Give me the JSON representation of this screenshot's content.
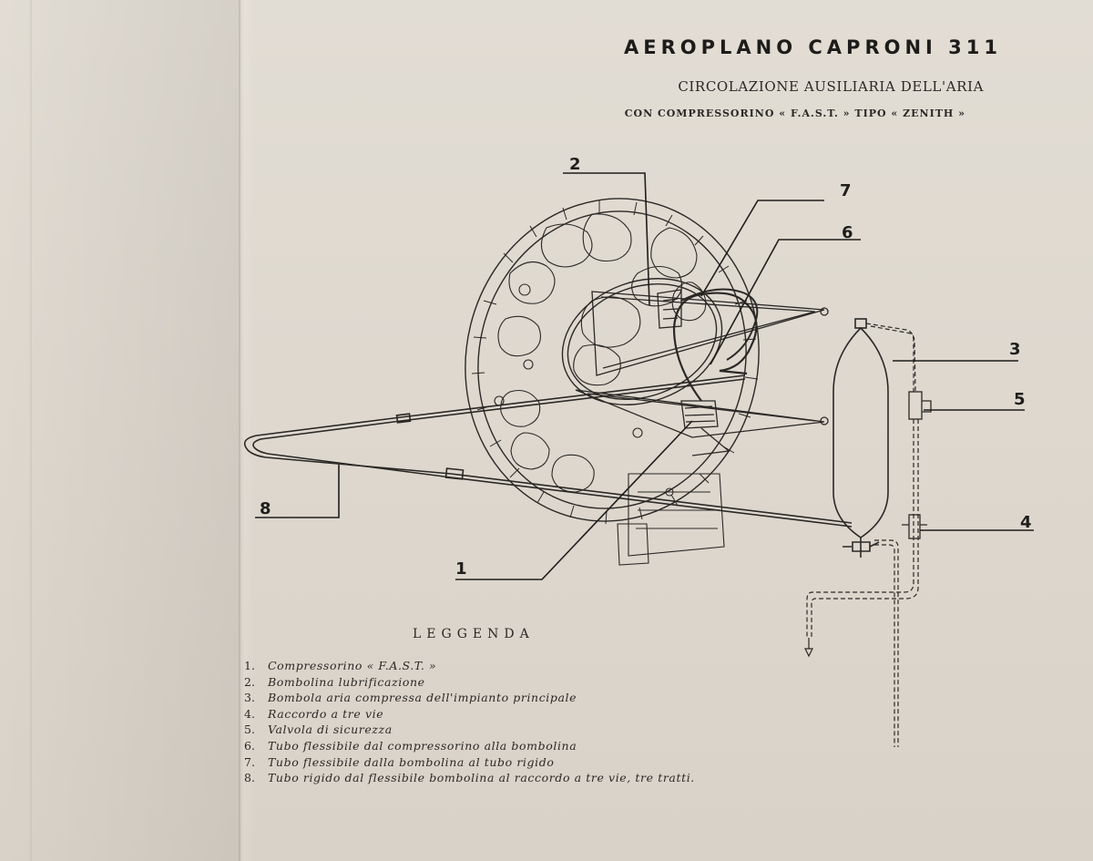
{
  "header": {
    "title": "AEROPLANO CAPRONI 311",
    "subtitle": "CIRCOLAZIONE AUSILIARIA DELL'ARIA",
    "subtitle2": "CON COMPRESSORINO « F.A.S.T. » TIPO « ZENITH »"
  },
  "callouts": {
    "c1": "1",
    "c2": "2",
    "c3": "3",
    "c4": "4",
    "c5": "5",
    "c6": "6",
    "c7": "7",
    "c8": "8"
  },
  "legend": {
    "title": "LEGGENDA",
    "items": [
      {
        "num": "1.",
        "text": "Compressorino « F.A.S.T. »"
      },
      {
        "num": "2.",
        "text": "Bombolina lubrificazione"
      },
      {
        "num": "3.",
        "text": "Bombola aria compressa dell'impianto principale"
      },
      {
        "num": "4.",
        "text": "Raccordo a tre vie"
      },
      {
        "num": "5.",
        "text": "Valvola di sicurezza"
      },
      {
        "num": "6.",
        "text": "Tubo flessibile dal compressorino alla bombolina"
      },
      {
        "num": "7.",
        "text": "Tubo flessibile dalla bombolina al tubo rigido"
      },
      {
        "num": "8.",
        "text": "Tubo rigido dal flessibile bombolina al raccordo a tre vie, tre tratti."
      }
    ]
  },
  "colors": {
    "paper": "#dcd6cd",
    "ink": "#2a2825"
  }
}
